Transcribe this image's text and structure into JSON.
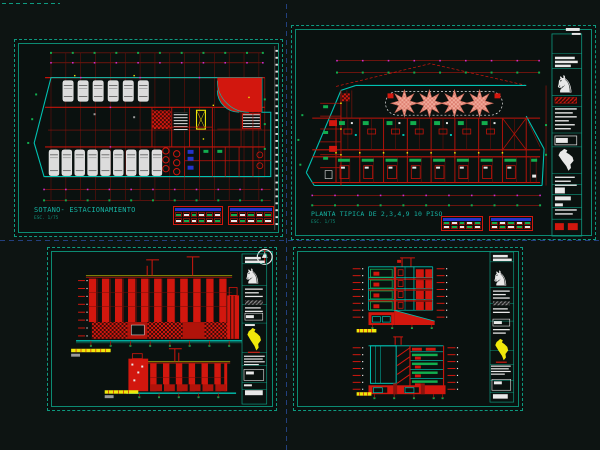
{
  "canvas": {
    "background": "#0d1412",
    "sheet_background": "#0a110f"
  },
  "colors": {
    "border_teal": "#0e9a80",
    "inner_teal": "#0c8a72",
    "line_cyan": "#00c2b2",
    "wall_red": "#d2170e",
    "dim_red": "#a5170e",
    "grid_dark_red": "#70100a",
    "divider_navy": "#23407e",
    "accent_yellow": "#f0e80a",
    "roof_olive": "#8f8f07",
    "marker_green": "#12ad4e",
    "marker_magenta": "#cf2ccf",
    "fixture_blue": "#2433cc",
    "tree_pink": "#f2ab9c",
    "text_white": "#e8e8e8",
    "title_cyan": "#16b2a2"
  },
  "sheets": {
    "parking": {
      "title": "SOTANO- ESTACIONAMIENTO",
      "scale_note": "ESC. 1/75",
      "cars_top_row": 6,
      "cars_bottom_row": 9,
      "stair_circles": 6,
      "legend_tables": 2
    },
    "typical_floor": {
      "title": "PLANTA TIPICA DE 2,3,4,9 10 PISO",
      "scale_note": "ESC. 1/75",
      "trees": 4,
      "apartment_bays": 8,
      "legend_tables": 2
    },
    "elevations": {
      "window_strips_main": 11,
      "window_strips_secondary": 6,
      "floor_ticks": 8
    },
    "sections": {
      "floors": 4,
      "level_ticks": 8
    }
  },
  "title_block": {
    "logo_icon": "horse-head-logo",
    "logo_glyph": "♞",
    "map_icon": "peru-map-silhouette",
    "compass_icon": "north-arrow-compass"
  }
}
